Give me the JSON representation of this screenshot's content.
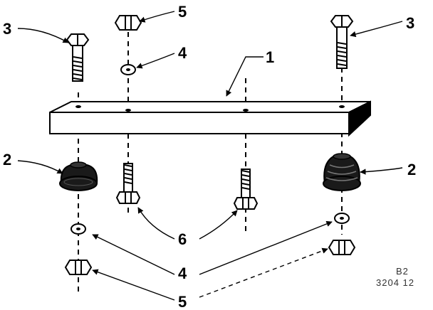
{
  "callouts": {
    "c1": "1",
    "c2_left": "2",
    "c2_right": "2",
    "c3_left": "3",
    "c3_right": "3",
    "c4_top": "4",
    "c4_bottom": "4",
    "c5_top": "5",
    "c5_bottom": "5",
    "c6": "6"
  },
  "drawing_code": {
    "line1": "B2",
    "line2": "3204 12"
  },
  "colors": {
    "ink": "#000000",
    "paper": "#ffffff",
    "bumper": "#1a1a1a"
  }
}
